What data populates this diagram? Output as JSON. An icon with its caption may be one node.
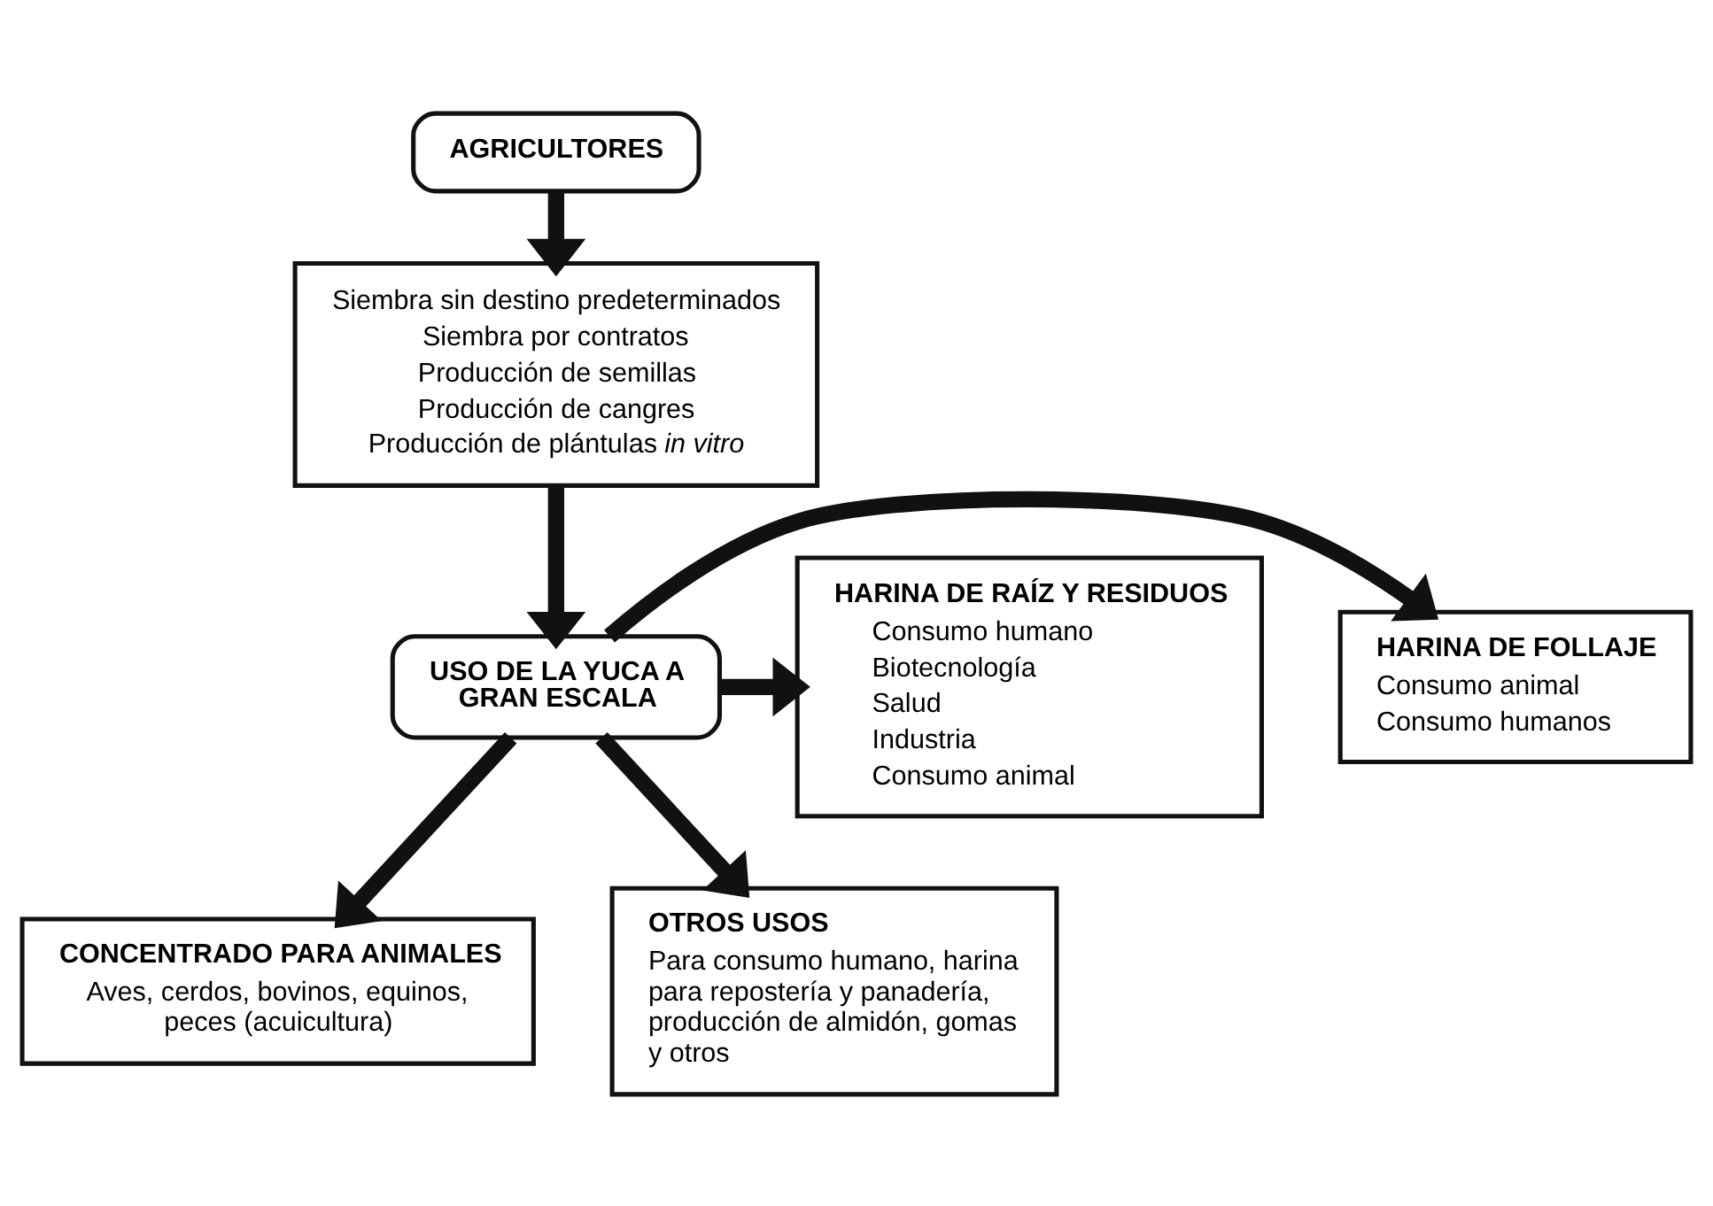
{
  "diagram": {
    "nodes": [
      {
        "text": [
          "AGRICULTORES"
        ]
      },
      {
        "text": [
          "Siembra sin destino predeterminados",
          "Siembra por contratos",
          "Producción de semillas",
          "Producción de cangres",
          "Producción de plántulas *in vitro*"
        ]
      },
      {
        "text": [
          "HARINA DE RAÍZ Y RESIDUOS",
          "Consumo humano",
          "Biotecnología",
          "Salud",
          "Industria",
          "Consumo animal"
        ]
      },
      {
        "text": [
          "USO DE LA YUCA A GRAN ESCALA"
        ]
      },
      {
        "text": [
          "HARINA DE FOLLAJE",
          "Consumo animal",
          "Consumo humanos"
        ]
      },
      {
        "text": [
          "CONCENTRADO PARA ANIMALES",
          "Aves, cerdos, bovinos, equinos, peces (acuicultura)"
        ]
      },
      {
        "text": [
          "OTROS USOS",
          "Para consumo humano, harina para repostería y panadería, producción de almidón, gomas y otros"
        ]
      }
    ],
    "edges": [
      {
        "from": 0,
        "to": 1,
        "arrow": "to"
      },
      {
        "from": 1,
        "to": 3,
        "arrow": "to"
      },
      {
        "from": 3,
        "to": 2,
        "arrow": "to"
      },
      {
        "from": 3,
        "to": 4,
        "arrow": "to"
      },
      {
        "from": 3,
        "to": 5,
        "arrow": "to"
      },
      {
        "from": 3,
        "to": 6,
        "arrow": "to"
      }
    ]
  }
}
